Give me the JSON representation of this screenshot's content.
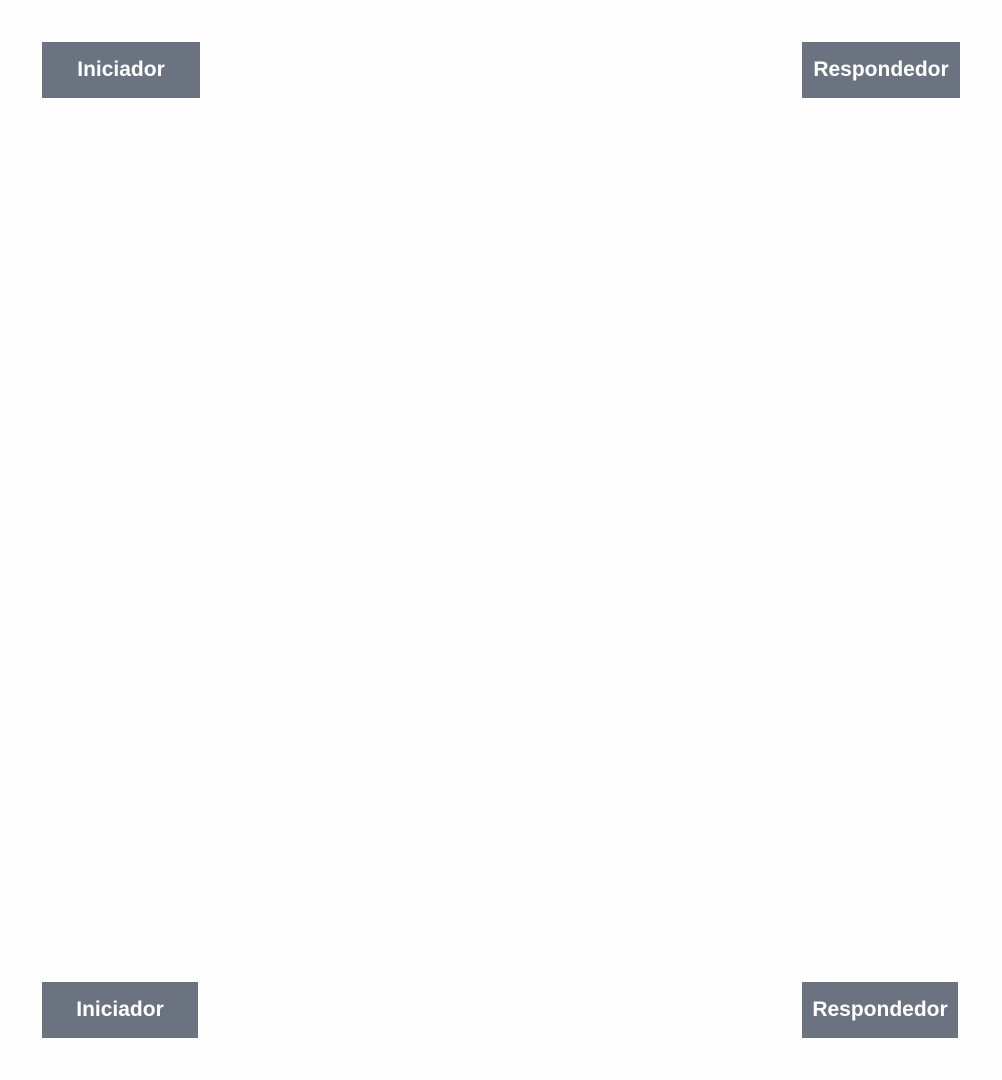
{
  "diagram": {
    "type": "sequence-diagram",
    "participants": [
      {
        "id": "initiator",
        "label": "Iniciador"
      },
      {
        "id": "responder",
        "label": "Respondedor"
      }
    ],
    "top_actors": {
      "left": "Iniciador",
      "right": "Respondedor"
    },
    "bottom_actors": {
      "left": "Iniciador",
      "right": "Respondedor"
    },
    "messages": []
  },
  "colors": {
    "actor_fill": "#6b7280",
    "actor_text": "#ffffff",
    "background": "#fefefe"
  }
}
